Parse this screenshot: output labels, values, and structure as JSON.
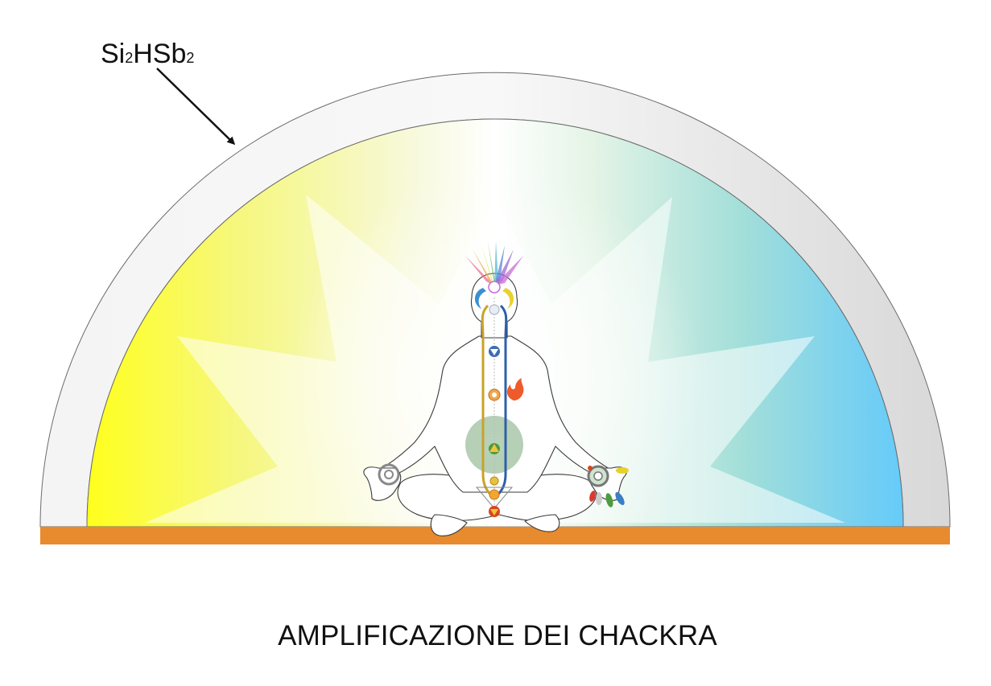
{
  "label": {
    "formula_parts": [
      "Si",
      "2",
      "HSb",
      "2"
    ]
  },
  "caption": "AMPLIFICAZIONE DEI CHACKRA",
  "colors": {
    "dome_shell": "#efefef",
    "floor": "#e88a2e",
    "spectrum_left": "#ffff22",
    "spectrum_center": "#ffffff",
    "spectrum_right": "#6ccdf8",
    "chakra_root": "#d9461e",
    "chakra_sacral": "#f2a531",
    "chakra_solar": "#e8c23a",
    "chakra_heart": "#4f9a3f",
    "chakra_throat": "#3a6db5",
    "chakra_crown": "#c96ad8"
  }
}
